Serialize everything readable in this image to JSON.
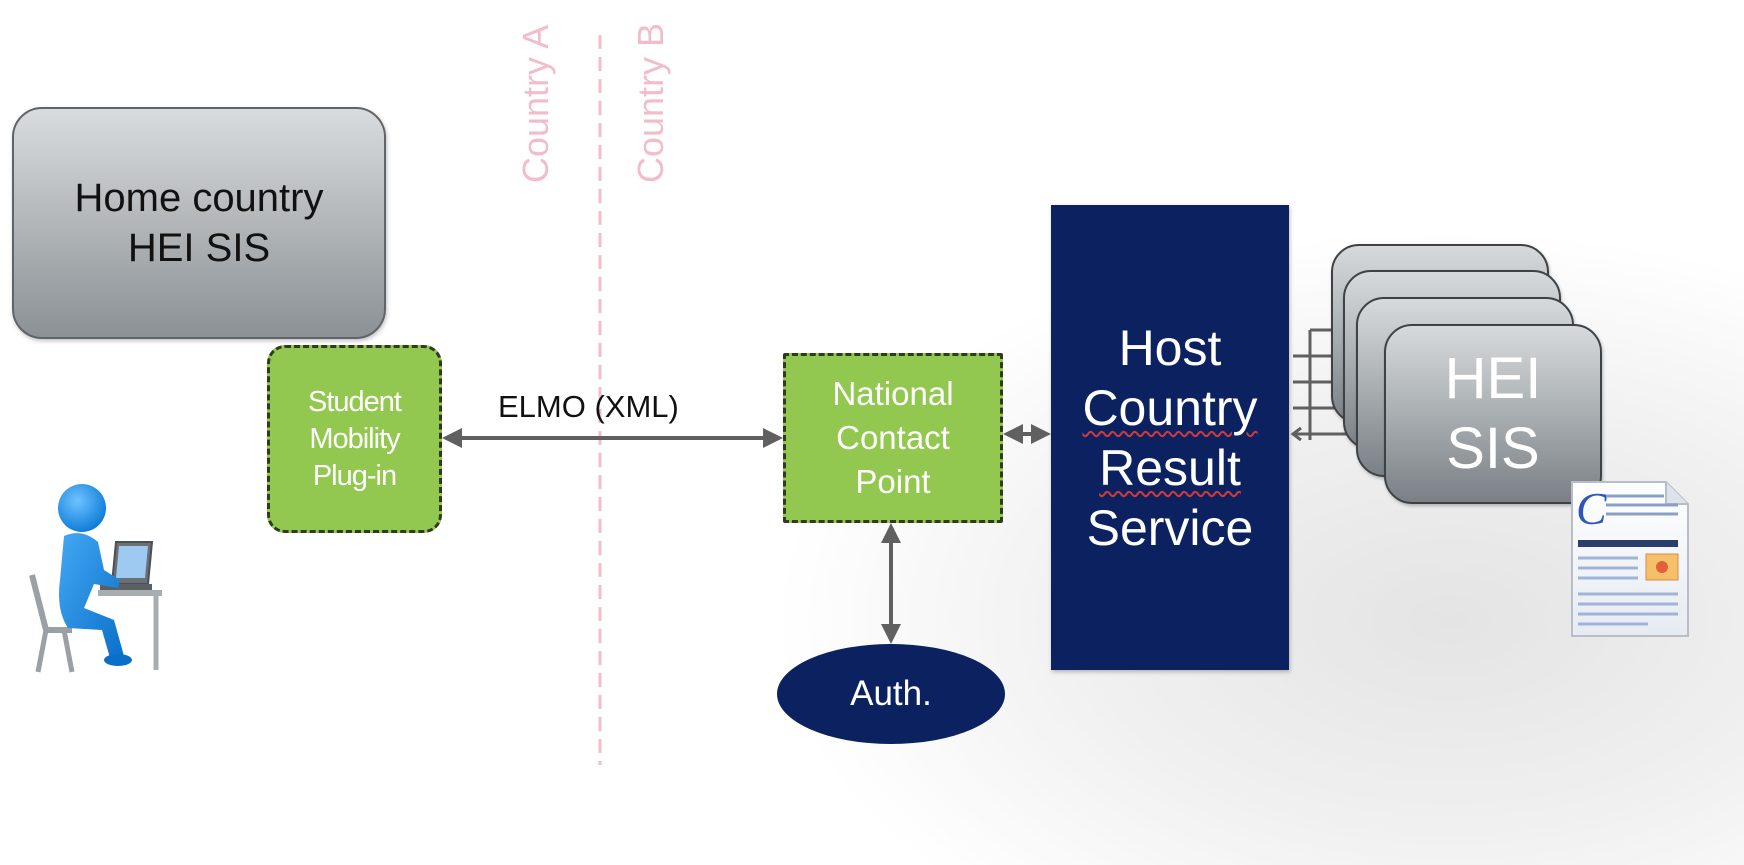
{
  "diagram": {
    "home_sis": {
      "line1": "Home country",
      "line2": "HEI SIS"
    },
    "plugin": {
      "line1": "Student",
      "line2": "Mobility",
      "line3": "Plug-in"
    },
    "elmo_label": "ELMO (XML)",
    "ncp": {
      "line1": "National",
      "line2": "Contact",
      "line3": "Point"
    },
    "host": {
      "line1": "Host",
      "line2": "Country",
      "line3": "Result",
      "line4": "Service"
    },
    "hei_sis": {
      "line1": "HEI",
      "line2": "SIS"
    },
    "auth_label": "Auth.",
    "country_a": "Country A",
    "country_b": "Country B",
    "colors": {
      "green_box": "#92c84f",
      "navy": "#0b2160",
      "border_pink": "#f2bdc9",
      "arrow": "#606060"
    },
    "icons": [
      "person-at-laptop-icon",
      "document-icon"
    ]
  }
}
